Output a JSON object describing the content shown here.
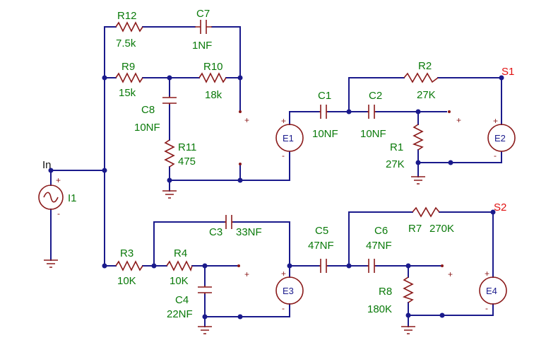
{
  "labels": {
    "in": "In",
    "s1": "S1",
    "s2": "S2",
    "i1": "I1",
    "r12": {
      "name": "R12",
      "value": "7.5k"
    },
    "c7": {
      "name": "C7",
      "value": "1NF"
    },
    "r9": {
      "name": "R9",
      "value": "15k"
    },
    "r10": {
      "name": "R10",
      "value": "18k"
    },
    "c8": {
      "name": "C8",
      "value": "10NF"
    },
    "r11": {
      "name": "R11",
      "value": "475"
    },
    "c1": {
      "name": "C1",
      "value": "10NF"
    },
    "c2": {
      "name": "C2",
      "value": "10NF"
    },
    "r2": {
      "name": "R2",
      "value": "27K"
    },
    "r1": {
      "name": "R1",
      "value": "27K"
    },
    "e1": "E1",
    "e2": "E2",
    "r3": {
      "name": "R3",
      "value": "10K"
    },
    "r4": {
      "name": "R4",
      "value": "10K"
    },
    "c4": {
      "name": "C4",
      "value": "22NF"
    },
    "c3": {
      "name": "C3",
      "value": "33NF"
    },
    "c5": {
      "name": "C5",
      "value": "47NF"
    },
    "c6": {
      "name": "C6",
      "value": "47NF"
    },
    "r7": {
      "name": "R7",
      "value": "270K"
    },
    "r8": {
      "name": "R8",
      "value": "180K"
    },
    "e3": "E3",
    "e4": "E4"
  },
  "symbols": {
    "plus": "+",
    "minus": "-"
  },
  "colors": {
    "wire": "#1a1a8c",
    "component": "#8b1a1a",
    "label": "#0a7a0a",
    "port": "#e01010"
  }
}
